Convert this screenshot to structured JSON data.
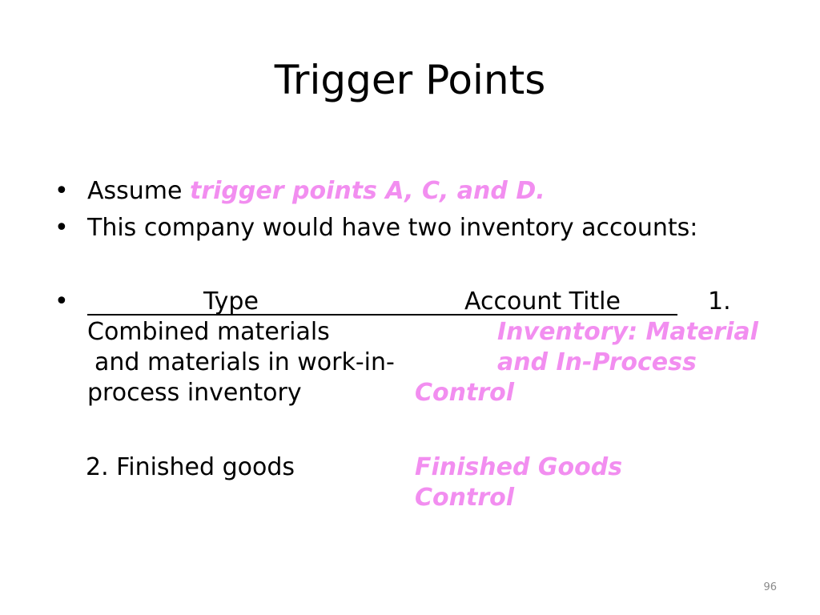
{
  "slide": {
    "title": "Trigger Points",
    "bullets": [
      {
        "prefix": "Assume ",
        "emphasis": "trigger points A, C, and D."
      },
      {
        "text": "This company would have two inventory accounts:"
      }
    ],
    "table": {
      "header_type": "Type",
      "header_account": "Account Title",
      "row1_number": "1.",
      "row1_type_line1": "Combined materials",
      "row1_type_line2": "and materials in work-in-",
      "row1_type_line3": "process inventory",
      "row1_account_line1": "Inventory: Material",
      "row1_account_line2": "and In-Process",
      "row1_account_line3": "Control",
      "row2_type": "2. Finished goods",
      "row2_account_line1": "Finished Goods",
      "row2_account_line2": "Control"
    },
    "page_number": "96"
  },
  "colors": {
    "emphasis": "#f28ef0",
    "text": "#000000",
    "page_number": "#8a8a8a"
  }
}
